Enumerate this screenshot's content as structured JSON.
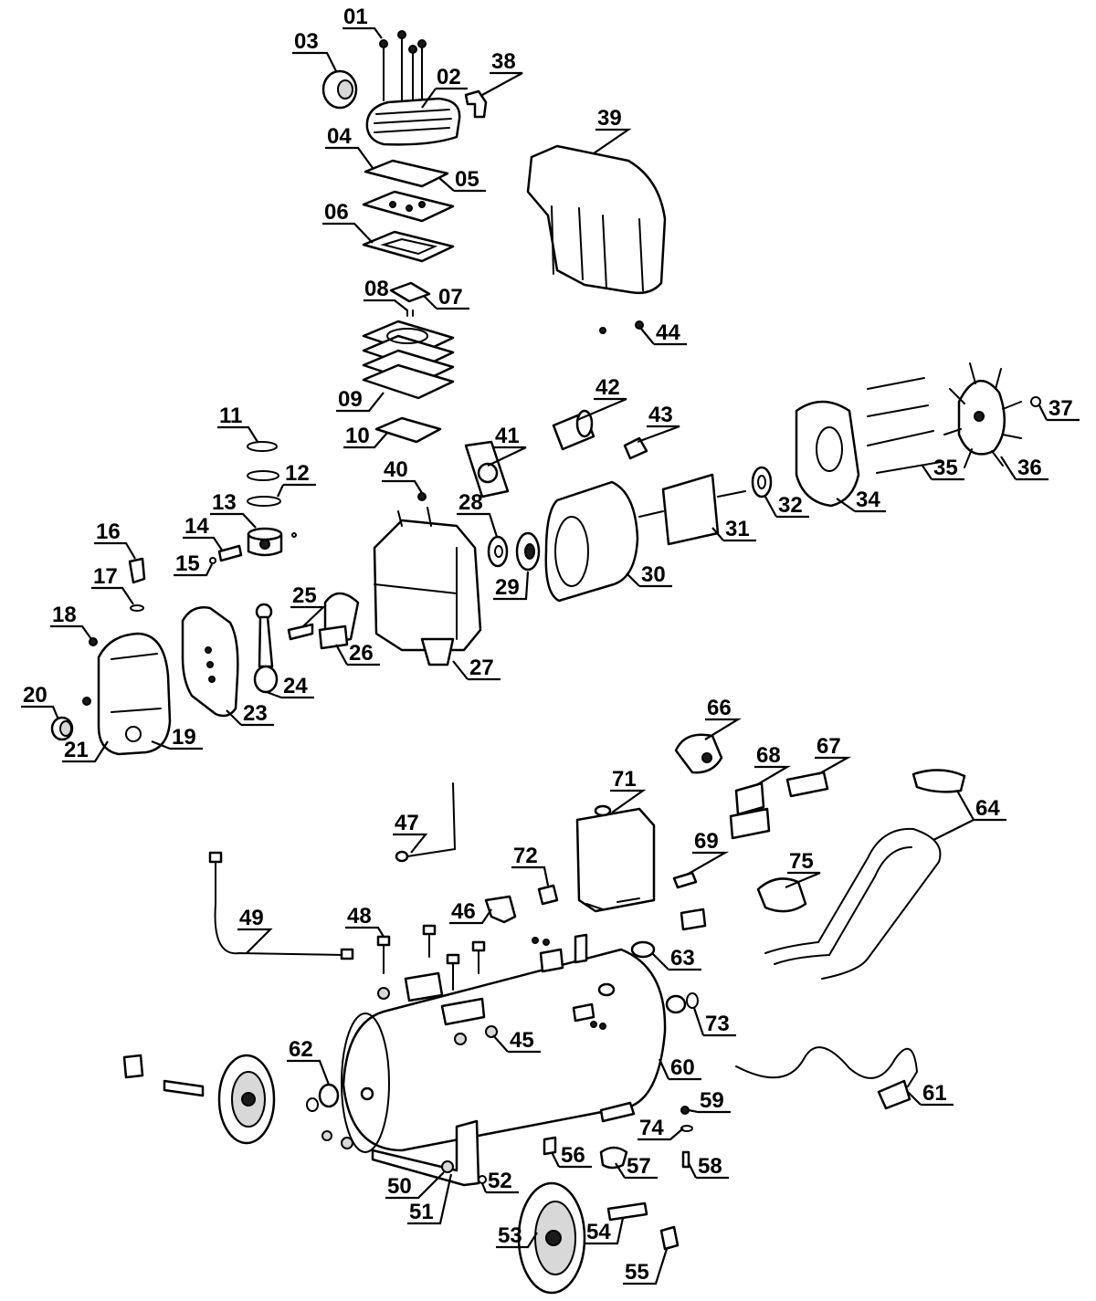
{
  "diagram": {
    "labels": {
      "p01": "01",
      "p02": "02",
      "p03": "03",
      "p04": "04",
      "p05": "05",
      "p06": "06",
      "p07": "07",
      "p08": "08",
      "p09": "09",
      "p10": "10",
      "p11": "11",
      "p12": "12",
      "p13": "13",
      "p14": "14",
      "p15": "15",
      "p16": "16",
      "p17": "17",
      "p18": "18",
      "p19": "19",
      "p20": "20",
      "p21": "21",
      "p23": "23",
      "p24": "24",
      "p25": "25",
      "p26": "26",
      "p27": "27",
      "p28": "28",
      "p29": "29",
      "p30": "30",
      "p31": "31",
      "p32": "32",
      "p34": "34",
      "p35": "35",
      "p36": "36",
      "p37": "37",
      "p38": "38",
      "p39": "39",
      "p40": "40",
      "p41": "41",
      "p42": "42",
      "p43": "43",
      "p44": "44",
      "p45": "45",
      "p46": "46",
      "p47": "47",
      "p48": "48",
      "p49": "49",
      "p50": "50",
      "p51": "51",
      "p52": "52",
      "p53": "53",
      "p54": "54",
      "p55": "55",
      "p56": "56",
      "p57": "57",
      "p58": "58",
      "p59": "59",
      "p60": "60",
      "p61": "61",
      "p62": "62",
      "p63": "63",
      "p64": "64",
      "p66": "66",
      "p67": "67",
      "p68": "68",
      "p69": "69",
      "p71": "71",
      "p72": "72",
      "p73": "73",
      "p74": "74",
      "p75": "75"
    },
    "colors": {
      "line": "#000000",
      "background": "#ffffff"
    }
  }
}
